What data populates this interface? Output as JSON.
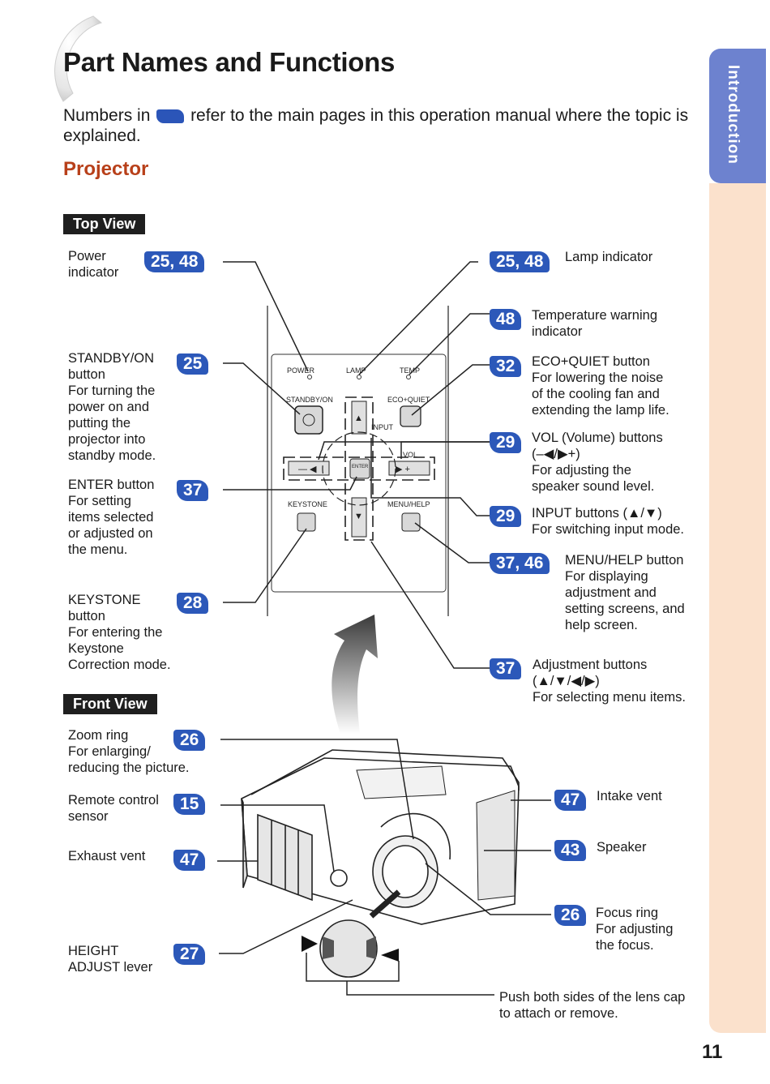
{
  "page": {
    "title": "Part Names and Functions",
    "intro_before": "Numbers in",
    "intro_after": "refer to the main pages in this operation manual where the topic is explained.",
    "section": "Projector",
    "tab_label": "Introduction",
    "page_number": "11"
  },
  "top_view": {
    "heading": "Top View",
    "callouts": [
      {
        "id": "power-indicator",
        "pages": "25, 48",
        "text": "Power\nindicator"
      },
      {
        "id": "standby-on-button",
        "pages": "25",
        "text": "STANDBY/ON\nbutton\nFor turning the\npower on and\nputting the\nprojector into\nstandby mode."
      },
      {
        "id": "enter-button",
        "pages": "37",
        "text": "ENTER button\nFor setting\nitems selected\nor adjusted on\nthe menu."
      },
      {
        "id": "keystone-button",
        "pages": "28",
        "text": "KEYSTONE\nbutton\nFor entering the\nKeystone\nCorrection mode."
      },
      {
        "id": "lamp-indicator",
        "pages": "25, 48",
        "text": "Lamp indicator"
      },
      {
        "id": "temperature-warning-indicator",
        "pages": "48",
        "text": "Temperature warning\nindicator"
      },
      {
        "id": "eco-quiet-button",
        "pages": "32",
        "text": "ECO+QUIET button\nFor lowering the noise\nof the cooling fan and\nextending the lamp life."
      },
      {
        "id": "vol-buttons",
        "pages": "29",
        "text": "VOL (Volume) buttons\n(–◀/▶+)\nFor adjusting the\nspeaker sound level."
      },
      {
        "id": "input-buttons",
        "pages": "29",
        "text": "INPUT buttons (▲/▼)\nFor switching input mode."
      },
      {
        "id": "menu-help-button",
        "pages": "37, 46",
        "text": "MENU/HELP button\nFor displaying\nadjustment and\nsetting screens, and\nhelp screen."
      },
      {
        "id": "adjustment-buttons",
        "pages": "37",
        "text": "Adjustment buttons\n(▲/▼/◀/▶)\nFor selecting menu items."
      }
    ],
    "panel_labels": {
      "power": "POWER",
      "lamp": "LAMP",
      "temp": "TEMP",
      "standby_on": "STANDBY/ON",
      "eco_quiet": "ECO+QUIET",
      "input": "INPUT",
      "vol": "VOL",
      "enter": "ENTER",
      "keystone": "KEYSTONE",
      "menu_help": "MENU/HELP"
    }
  },
  "front_view": {
    "heading": "Front View",
    "callouts": [
      {
        "id": "zoom-ring",
        "pages": "26",
        "text": "Zoom ring\nFor enlarging/\nreducing the picture."
      },
      {
        "id": "remote-control-sensor",
        "pages": "15",
        "text": "Remote control\nsensor"
      },
      {
        "id": "exhaust-vent",
        "pages": "47",
        "text": "Exhaust vent"
      },
      {
        "id": "height-adjust-lever",
        "pages": "27",
        "text": "HEIGHT\nADJUST lever"
      },
      {
        "id": "intake-vent",
        "pages": "47",
        "text": "Intake vent"
      },
      {
        "id": "speaker",
        "pages": "43",
        "text": "Speaker"
      },
      {
        "id": "focus-ring",
        "pages": "26",
        "text": "Focus ring\nFor adjusting\nthe focus."
      }
    ],
    "lens_cap_note": "Push both sides of the lens cap\nto attach or remove."
  },
  "colors": {
    "badge": "#2c58b9",
    "section": "#b8401a",
    "tab": "#6d82cf",
    "strip": "#fbe1cc"
  }
}
